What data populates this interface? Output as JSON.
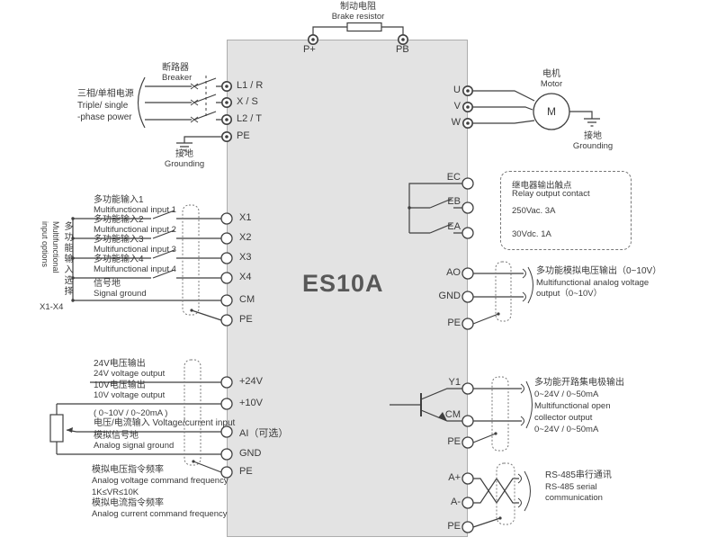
{
  "colors": {
    "unit_fill": "#e3e3e3",
    "unit_border": "#adadad",
    "line": "#3f3f3f",
    "text": "#3a3a3a"
  },
  "unit": {
    "model": "ES10A"
  },
  "brake": {
    "cn": "制动电阻",
    "en": "Brake resistor",
    "t1": "P+",
    "t2": "PB"
  },
  "power_input": {
    "breaker_cn": "断路器",
    "breaker_en": "Breaker",
    "source_cn": "三相/单相电源",
    "source_en1": "Triple/ single",
    "source_en2": "-phase power",
    "t1": "L1 / R",
    "t2": "X / S",
    "t3": "L2 / T",
    "t4": "PE",
    "ground_cn": "接地",
    "ground_en": "Grounding"
  },
  "motor": {
    "t1": "U",
    "t2": "V",
    "t3": "W",
    "cn": "电机",
    "en": "Motor",
    "symbol": "M",
    "ground_cn": "接地",
    "ground_en": "Grounding"
  },
  "digital_inputs": {
    "side_cn": "多功能输入选择",
    "side_en1": "Multifunctional",
    "side_en2": "input options",
    "side_range": "X1-X4",
    "rows": [
      {
        "cn": "多功能输入1",
        "en": "Multifunctional input 1",
        "t": "X1"
      },
      {
        "cn": "多功能输入2",
        "en": "Multifunctional input 2",
        "t": "X2"
      },
      {
        "cn": "多功能输入3",
        "en": "Multifunctional input 3",
        "t": "X3"
      },
      {
        "cn": "多功能输入4",
        "en": "Multifunctional input 4",
        "t": "X4"
      },
      {
        "cn": "信号地",
        "en": "Signal ground",
        "t": "CM"
      }
    ],
    "t_pe": "PE"
  },
  "analog_io": {
    "rows": [
      {
        "cn": "24V电压输出",
        "en": "24V voltage output",
        "t": "+24V"
      },
      {
        "cn": "10V电压输出",
        "en": "10V voltage output",
        "t": "+10V"
      },
      {
        "cn": "( 0~10V / 0~20mA )",
        "en": "电压/电流输入  Voltage/current input",
        "t": "AI（可选）"
      },
      {
        "cn": "模拟信号地",
        "en": "Analog signal ground",
        "t": "GND"
      }
    ],
    "t_pe": "PE",
    "notes": [
      "模拟电压指令频率",
      "Analog voltage command frequency",
      "1K≤VR≤10K",
      "模拟电流指令频率",
      "Analog current command frequency"
    ]
  },
  "relay": {
    "t1": "EC",
    "t2": "EB",
    "t3": "EA",
    "info": [
      "继电器输出触点",
      "Relay output contact",
      "250Vac. 3A",
      "30Vdc. 1A"
    ]
  },
  "analog_out": {
    "t1": "AO",
    "t2": "GND",
    "t3": "PE",
    "desc": [
      "多功能模拟电压输出（0~10V）",
      "Multifunctional analog voltage",
      "output（0~10V）"
    ]
  },
  "collector_out": {
    "t1": "Y1",
    "t2": "CM",
    "t3": "PE",
    "desc": [
      "多功能开路集电极输出",
      "0~24V / 0~50mA",
      "Multifunctional open",
      "collector output",
      "0~24V / 0~50mA"
    ]
  },
  "rs485": {
    "t1": "A+",
    "t2": "A-",
    "t3": "PE",
    "desc": [
      "RS-485串行通讯",
      "RS-485 serial",
      "communication"
    ]
  }
}
